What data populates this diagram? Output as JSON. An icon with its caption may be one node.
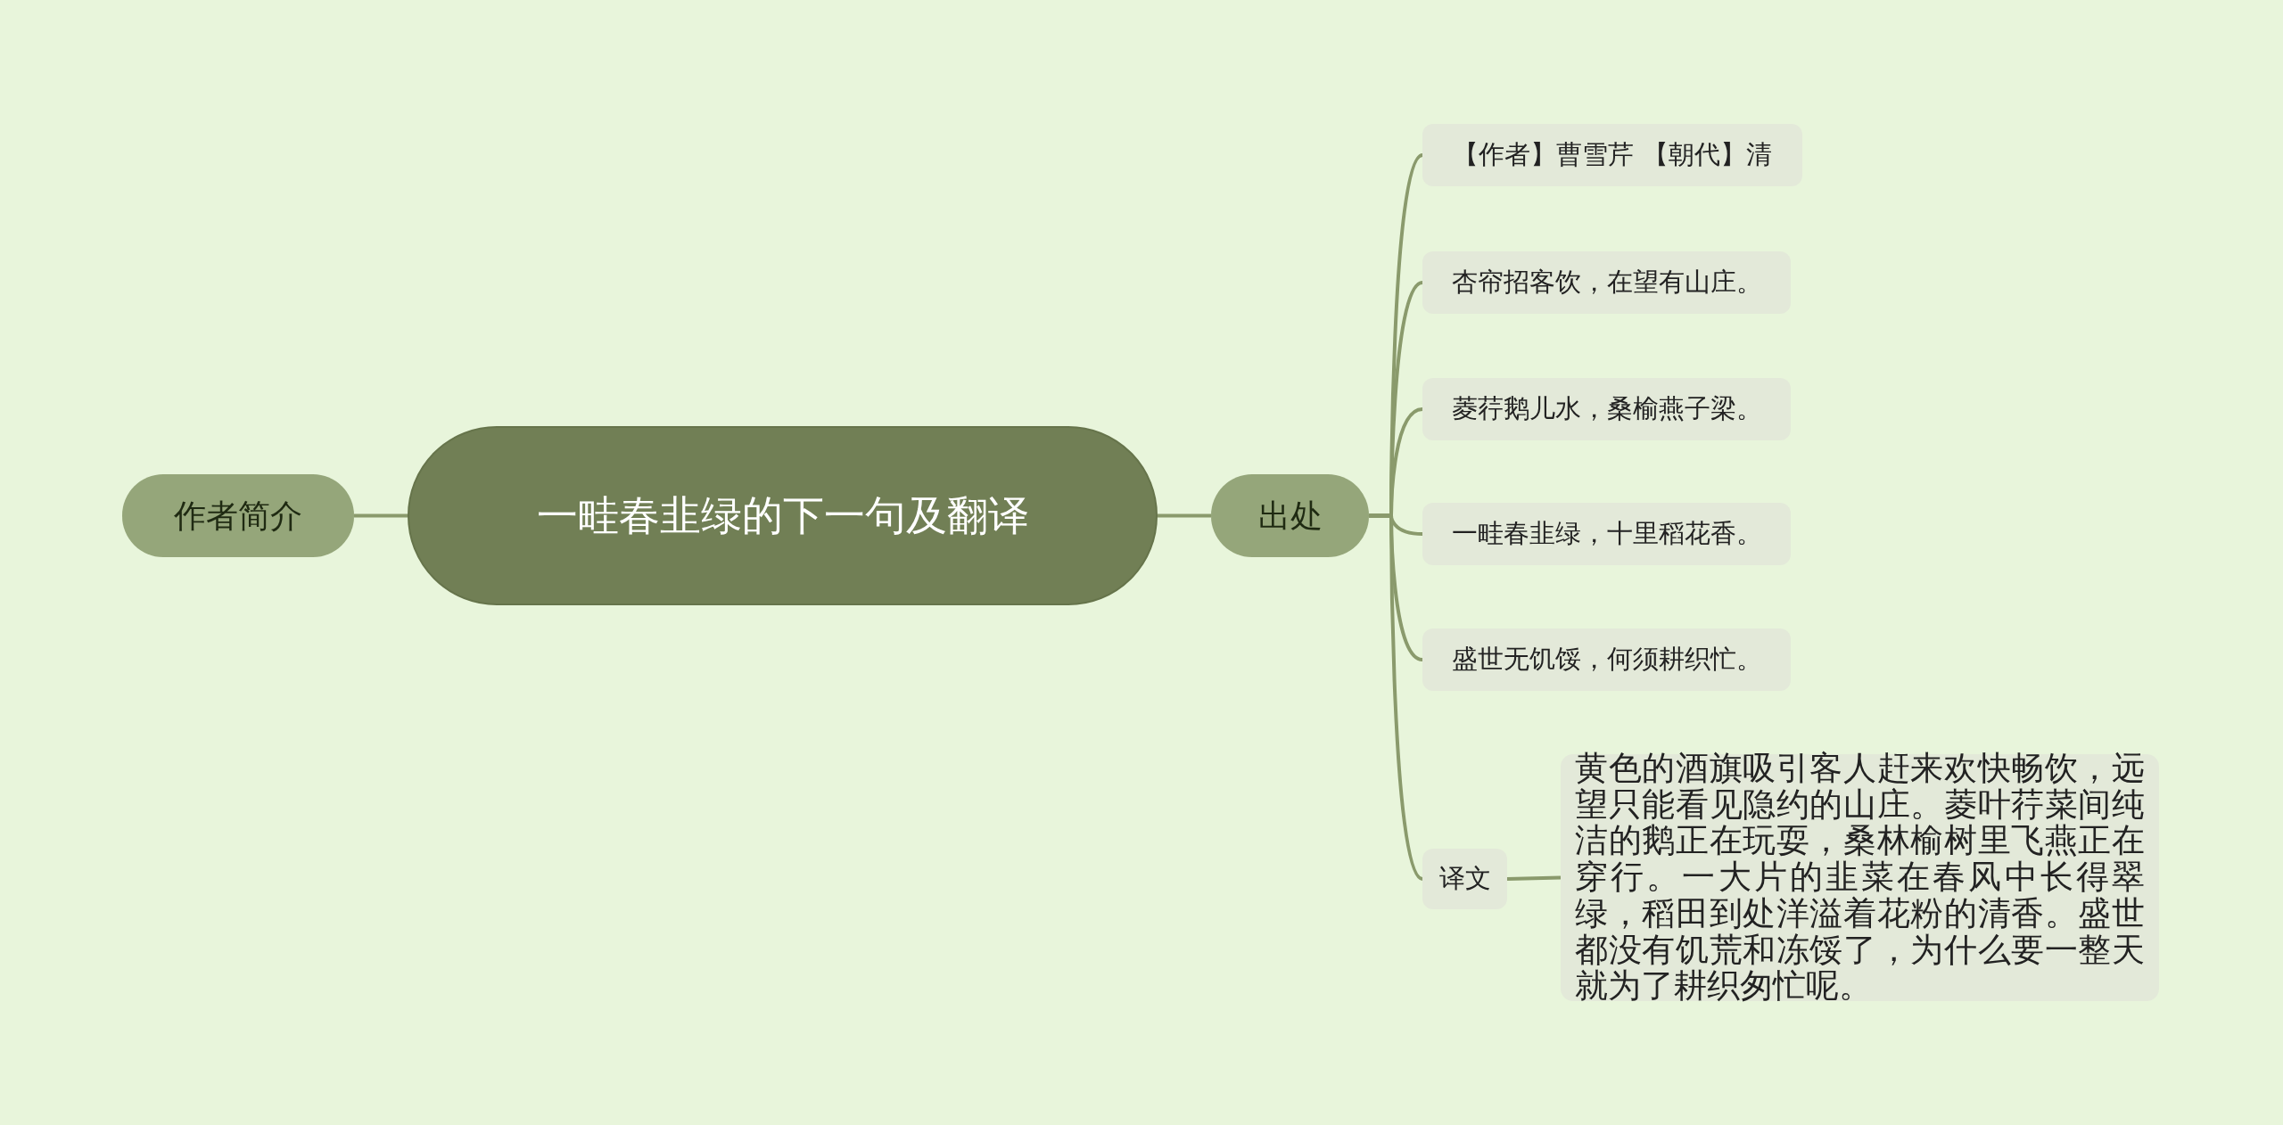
{
  "diagram": {
    "nodes": [
      {
        "text": [
          "一畦春韭绿的下一句及翻译"
        ]
      },
      {
        "text": [
          "作者简介"
        ]
      },
      {
        "text": [
          "出处"
        ]
      },
      {
        "text": [
          "【作者】曹雪芹 【朝代】清"
        ]
      },
      {
        "text": [
          "杏帘招客饮，在望有山庄。"
        ]
      },
      {
        "text": [
          "菱荇鹅儿水，桑榆燕子梁。"
        ]
      },
      {
        "text": [
          "一畦春韭绿，十里稻花香。"
        ]
      },
      {
        "text": [
          "盛世无饥馁，何须耕织忙。"
        ]
      },
      {
        "text": [
          "译文"
        ]
      },
      {
        "text": [
          "黄色的酒旗吸引客人赶来欢快畅饮，远望只能看见隐约的山庄。菱叶荇菜间纯洁的鹅正在玩耍，桑林榆树里飞燕正在穿行。一大片的韭菜在春风中长得翠绿，稻田到处洋溢着花粉的清香。盛世都没有饥荒和冻馁了，为什么要一整天就为了耕织匆忙呢。"
        ]
      }
    ],
    "edges": [
      {
        "from": 0,
        "to": 1,
        "arrow": "none"
      },
      {
        "from": 0,
        "to": 2,
        "arrow": "none"
      },
      {
        "from": 2,
        "to": 3,
        "arrow": "none"
      },
      {
        "from": 2,
        "to": 4,
        "arrow": "none"
      },
      {
        "from": 2,
        "to": 5,
        "arrow": "none"
      },
      {
        "from": 2,
        "to": 6,
        "arrow": "none"
      },
      {
        "from": 2,
        "to": 7,
        "arrow": "none"
      },
      {
        "from": 2,
        "to": 8,
        "arrow": "none"
      },
      {
        "from": 8,
        "to": 9,
        "arrow": "none"
      }
    ]
  }
}
